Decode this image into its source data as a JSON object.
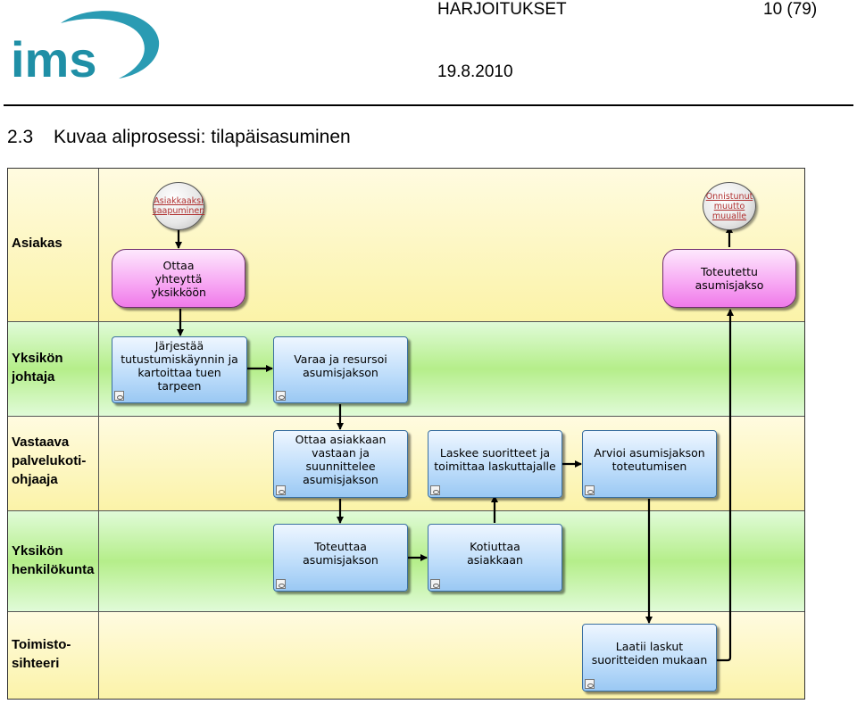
{
  "header": {
    "title": "HARJOITUKSET",
    "page": "10 (79)",
    "date": "19.8.2010",
    "logo_text": "ims"
  },
  "section": {
    "number": "2.3",
    "title": "Kuvaa aliprosessi: tilapäisasuminen"
  },
  "lanes": [
    {
      "lines": [
        "Asiakas"
      ]
    },
    {
      "lines": [
        "Yksikön",
        "johtaja"
      ]
    },
    {
      "lines": [
        "Vastaava",
        "palvelukoti-",
        "ohjaaja"
      ]
    },
    {
      "lines": [
        "Yksikön",
        "henkilökunta"
      ]
    },
    {
      "lines": [
        "Toimisto-",
        "sihteeri"
      ]
    }
  ],
  "events": {
    "start": {
      "lines": [
        "Asiakkaaksi",
        "saapuminen"
      ]
    },
    "end": {
      "lines": [
        "Onnistunut",
        "muutto",
        "muualle"
      ]
    }
  },
  "steps": {
    "contact": {
      "lines": [
        "Ottaa",
        "yhteyttä",
        "yksikköön"
      ]
    },
    "completed": {
      "lines": [
        "Toteutettu",
        "asumisjakso"
      ]
    },
    "arrange_visit": {
      "lines": [
        "Järjestää",
        "tutustumiskäynnin ja",
        "kartoittaa tuen tarpeen"
      ]
    },
    "reserve": {
      "lines": [
        "Varaa ja resursoi",
        "asumisjakson"
      ]
    },
    "receive": {
      "lines": [
        "Ottaa asiakkaan",
        "vastaan ja suunnittelee",
        "asumisjakson"
      ]
    },
    "report": {
      "lines": [
        "Laskee suoritteet ja",
        "toimittaa laskuttajalle"
      ]
    },
    "evaluate": {
      "lines": [
        "Arvioi asumisjakson",
        "toteutumisen"
      ]
    },
    "implement": {
      "lines": [
        "Toteuttaa",
        "asumisjakson"
      ]
    },
    "home": {
      "lines": [
        "Kotiuttaa",
        "asiakkaan"
      ]
    },
    "invoice": {
      "lines": [
        "Laatii laskut",
        "suoritteiden mukaan"
      ]
    }
  },
  "colors": {
    "lane_yellow": "#fbf3a8",
    "lane_green": "#b5ee8a",
    "task_blue": "#9ac8f3",
    "start_task_pink": "#ef7ae9",
    "logo_teal": "#1f8fa6"
  }
}
